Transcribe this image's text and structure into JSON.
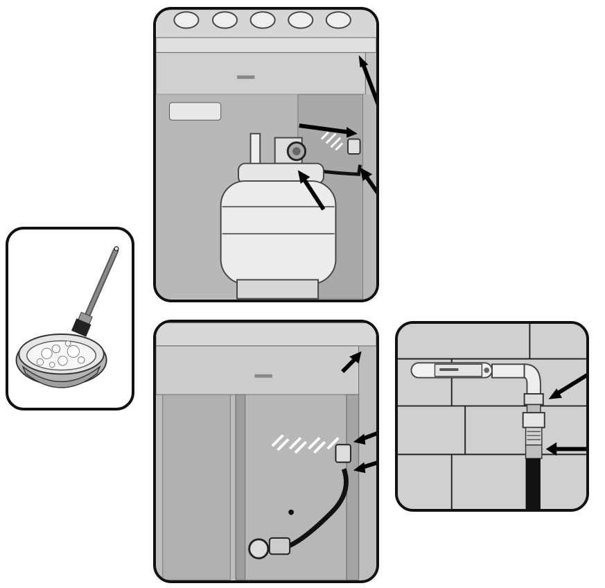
{
  "figure": {
    "panels": [
      {
        "id": "soap-brush",
        "content": "brush-and-soapy-water-bowl"
      },
      {
        "id": "grill-tank-connection",
        "content": "propane-tank-under-grill"
      },
      {
        "id": "grill-side-burner-hose",
        "content": "side-burner-hose-connection"
      },
      {
        "id": "hose-fitting-closeup",
        "content": "valve-hose-fitting-detail"
      }
    ],
    "colors": {
      "outline": "#111111",
      "panel_gray": "#c9c9c9",
      "arrow": "#000000"
    }
  }
}
